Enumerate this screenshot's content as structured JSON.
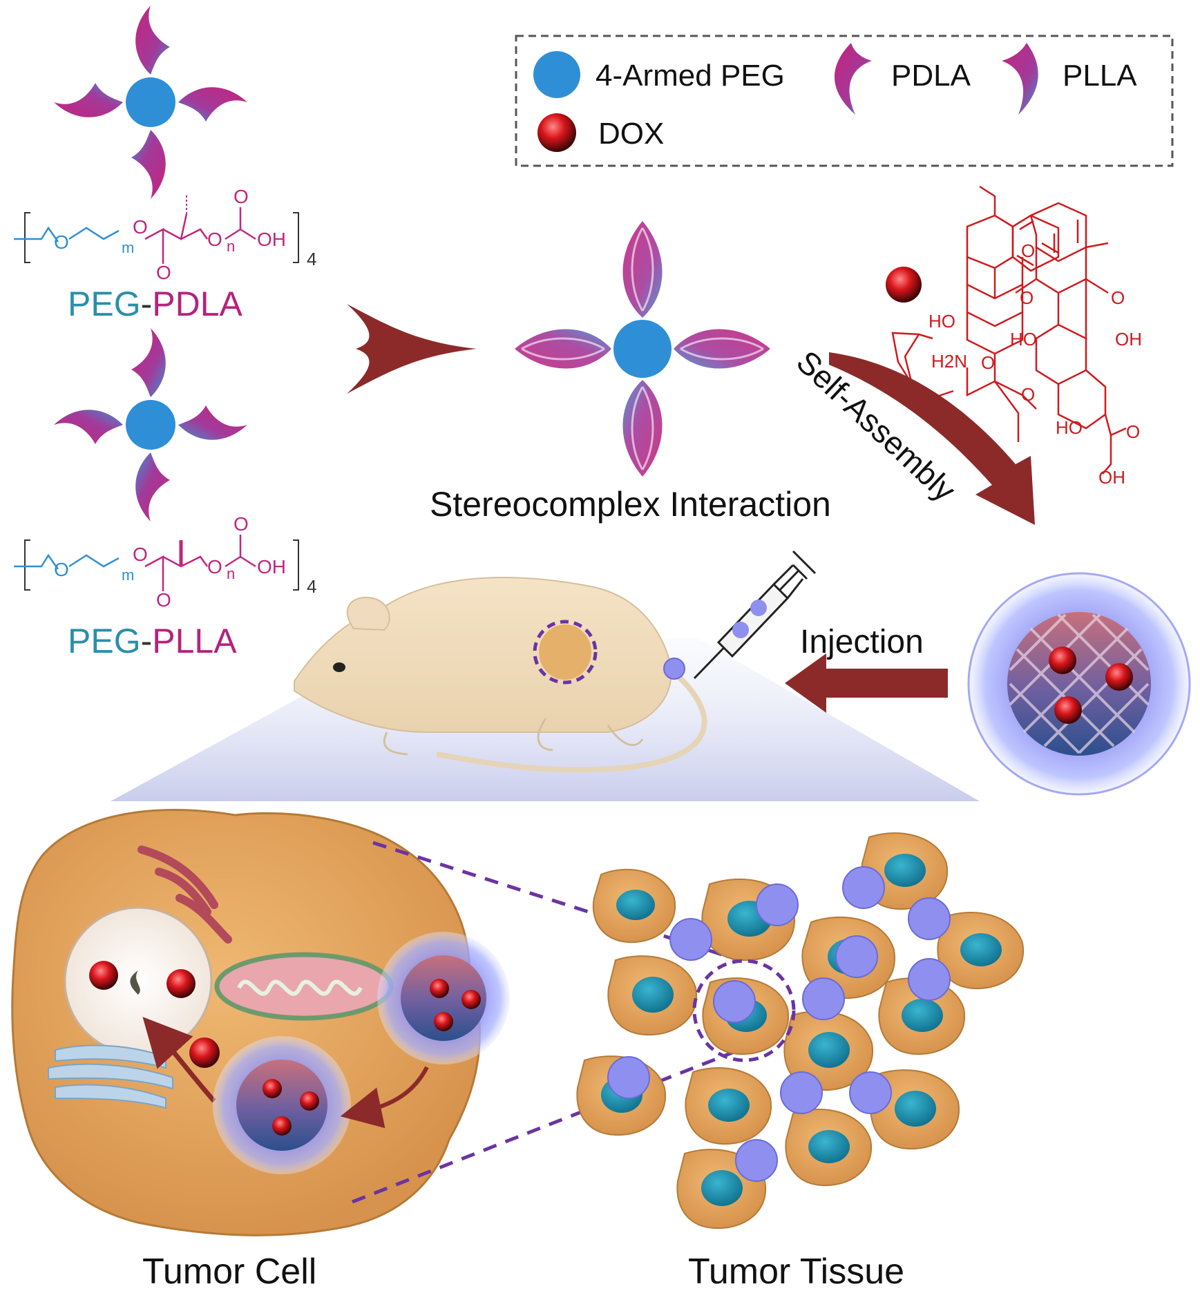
{
  "legend": {
    "peg_label": "4-Armed PEG",
    "pdla_label": "PDLA",
    "plla_label": "PLLA",
    "dox_label": "DOX"
  },
  "polymers": {
    "pdla_name_peg": "PEG",
    "pdla_name_dash": "-",
    "pdla_name_pla": "PDLA",
    "plla_name_peg": "PEG",
    "plla_name_dash": "-",
    "plla_name_pla": "PLLA",
    "formula_m": "m",
    "formula_n": "n",
    "formula_o": "O",
    "formula_oh": "OH",
    "formula_arms": "4"
  },
  "steps": {
    "stereocomplex": "Stereocomplex Interaction",
    "self_assembly": "Self-Assembly",
    "injection": "Injection"
  },
  "dox_structure": {
    "ho1": "HO",
    "h2n": "H2N",
    "ho2": "HO",
    "oh1": "OH",
    "ho3": "HO",
    "oh2": "OH",
    "o_ring": "O",
    "o_link": "O",
    "o_keto1": "O",
    "o_keto2": "O",
    "o_ketone": "O",
    "o_methoxy": "O"
  },
  "bottom": {
    "tumor_cell": "Tumor Cell",
    "tumor_tissue": "Tumor Tissue"
  },
  "colors": {
    "peg_blue": "#2e8fd6",
    "pla_magenta": "#c0267e",
    "dox_red": "#d0191c",
    "arrow_darkred": "#8c2a2a",
    "cell_orange": "#e3a45c",
    "nucleus_teal": "#1f95b3",
    "dashed_purple": "#6a34a3"
  }
}
